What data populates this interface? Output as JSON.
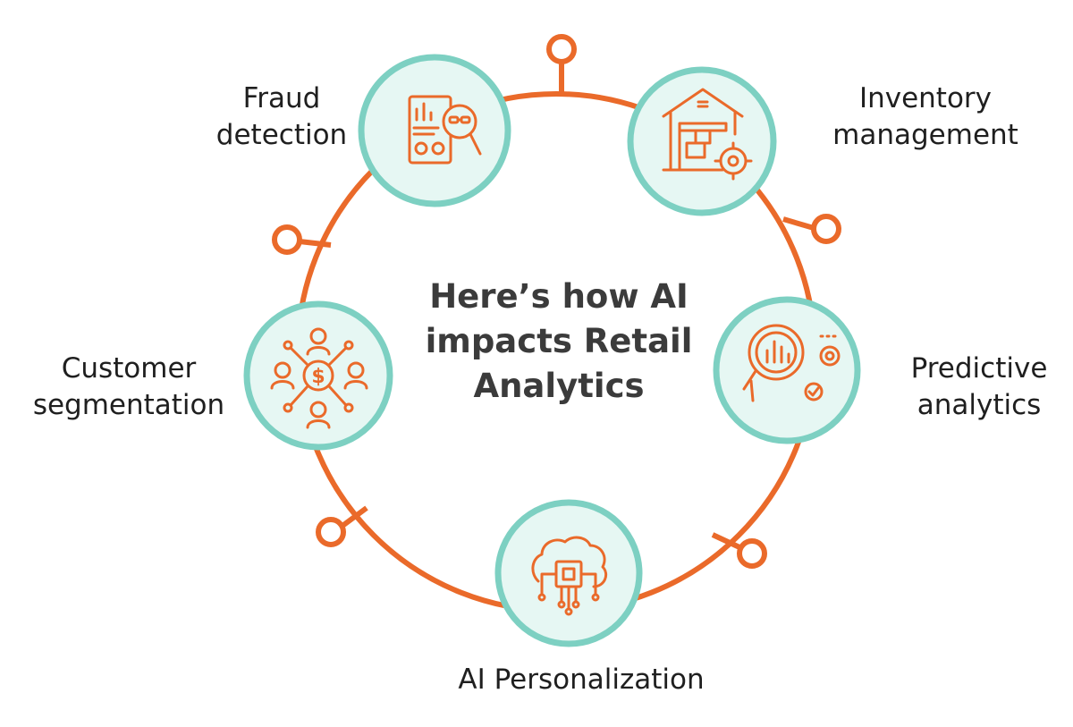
{
  "title": {
    "lines": [
      "Here’s how AI",
      "impacts Retail",
      "Analytics"
    ]
  },
  "items": [
    {
      "label_lines": [
        "Fraud",
        "detection"
      ],
      "icon": "fraud-detection-icon"
    },
    {
      "label_lines": [
        "Inventory",
        "management"
      ],
      "icon": "warehouse-gear-icon"
    },
    {
      "label_lines": [
        "Predictive",
        "analytics"
      ],
      "icon": "magnifier-chart-icon"
    },
    {
      "label_lines": [
        "AI Personalization"
      ],
      "icon": "brain-chip-icon"
    },
    {
      "label_lines": [
        "Customer",
        "segmentation"
      ],
      "icon": "customer-network-icon"
    }
  ],
  "colors": {
    "ring": "#ea6a2a",
    "node_fill": "#e6f7f3",
    "node_border": "#7dd0c2",
    "text": "#1f1f1f",
    "title": "#3b3b3b"
  }
}
